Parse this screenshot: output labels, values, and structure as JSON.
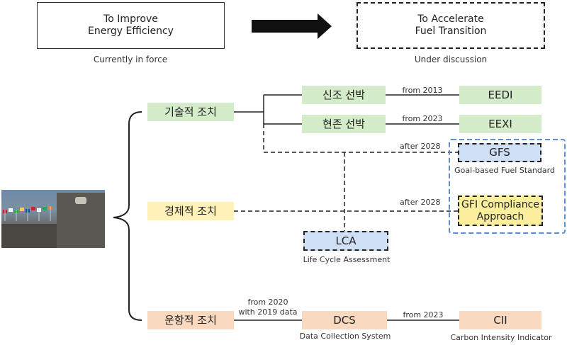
{
  "header": {
    "left_box": "To Improve\nEnergy Efficiency",
    "left_caption": "Currently in force",
    "right_box": "To Accelerate\nFuel Transition",
    "right_caption": "Under discussion"
  },
  "measures": {
    "technical": "기술적 조치",
    "economic": "경제적 조치",
    "operational": "운항적 조치"
  },
  "ships": {
    "new": "신조 선박",
    "existing": "현존 선박"
  },
  "indicators": {
    "eedi": "EEDI",
    "eexi": "EEXI",
    "gfs": "GFS",
    "gfs_caption": "Goal-based Fuel Standard",
    "gfi": "GFI Compliance\nApproach",
    "lca": "LCA",
    "lca_caption": "Life Cycle Assessment",
    "dcs": "DCS",
    "dcs_caption": "Data Collection System",
    "cii": "CII",
    "cii_caption": "Carbon Intensity Indicator"
  },
  "timeline": {
    "eedi_from": "from 2013",
    "eexi_from": "from 2023",
    "gfs_after": "after 2028",
    "gfi_after": "after 2028",
    "dcs_from_line1": "from 2020",
    "dcs_from_line2": "with 2019 data",
    "cii_from": "from 2023"
  },
  "colors": {
    "green": "#d5eccb",
    "yellow": "#fff1b8",
    "orange": "#f9d9bf",
    "blue": "#cfe0f5",
    "group_border": "#5b8fd1"
  }
}
